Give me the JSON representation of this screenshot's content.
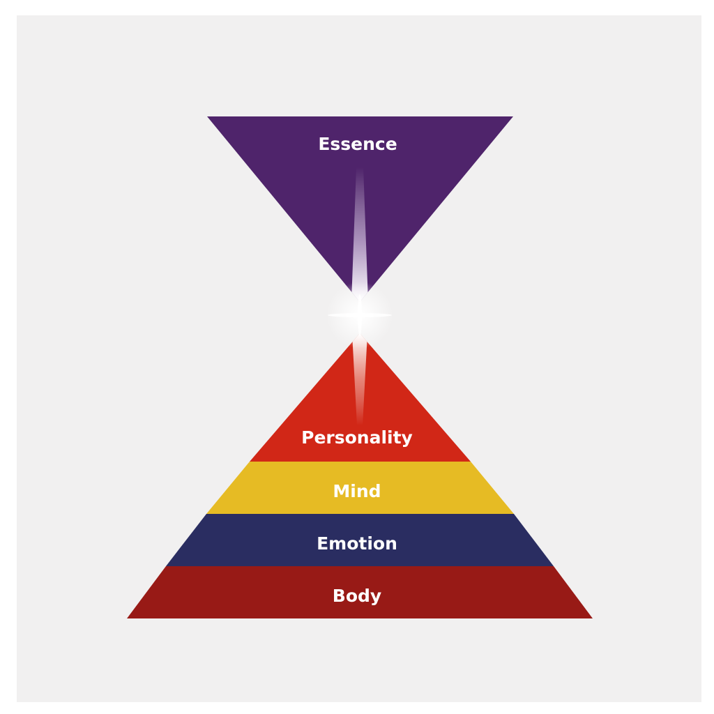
{
  "diagram": {
    "top": {
      "label": "Essence",
      "color": "#4f246b"
    },
    "layers": [
      {
        "label": "Personality",
        "color": "#d12717"
      },
      {
        "label": "Mind",
        "color": "#e6bb24"
      },
      {
        "label": "Emotion",
        "color": "#2a2d61"
      },
      {
        "label": "Body",
        "color": "#981a16"
      }
    ],
    "background": "#f1f0f0"
  }
}
